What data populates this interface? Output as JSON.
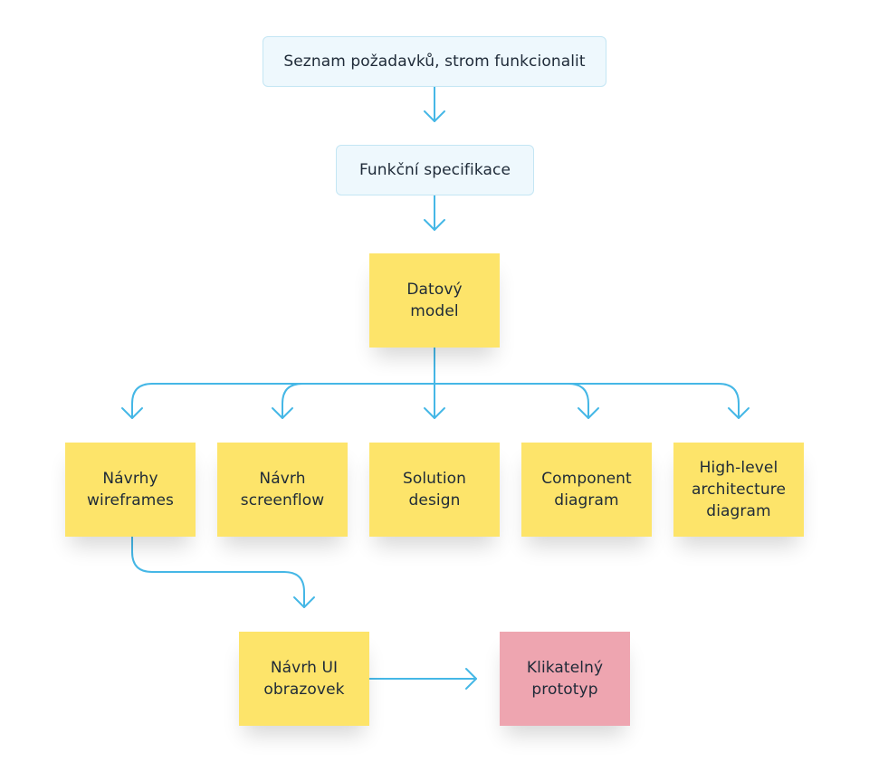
{
  "colors": {
    "connector": "#45b7e6",
    "sticky_note": "#fde46a",
    "sticky_note_highlight": "#eea5b0",
    "box_fill": "#eef8fd",
    "box_border": "#c4e6f4",
    "text": "#1e2a38"
  },
  "nodes": {
    "requirements": "Seznam požadavků, strom funkcionalit",
    "functional_spec": "Funkční specifikace",
    "data_model": "Datový\nmodel",
    "wireframes": "Návrhy\nwireframes",
    "screenflow": "Návrh\nscreenflow",
    "solution_design": "Solution\ndesign",
    "component_diagram": "Component\ndiagram",
    "architecture_diagram": "High-level\narchitecture\ndiagram",
    "ui_screens": "Návrh UI\nobrazovek",
    "prototype": "Klikatelný\nprototyp"
  }
}
